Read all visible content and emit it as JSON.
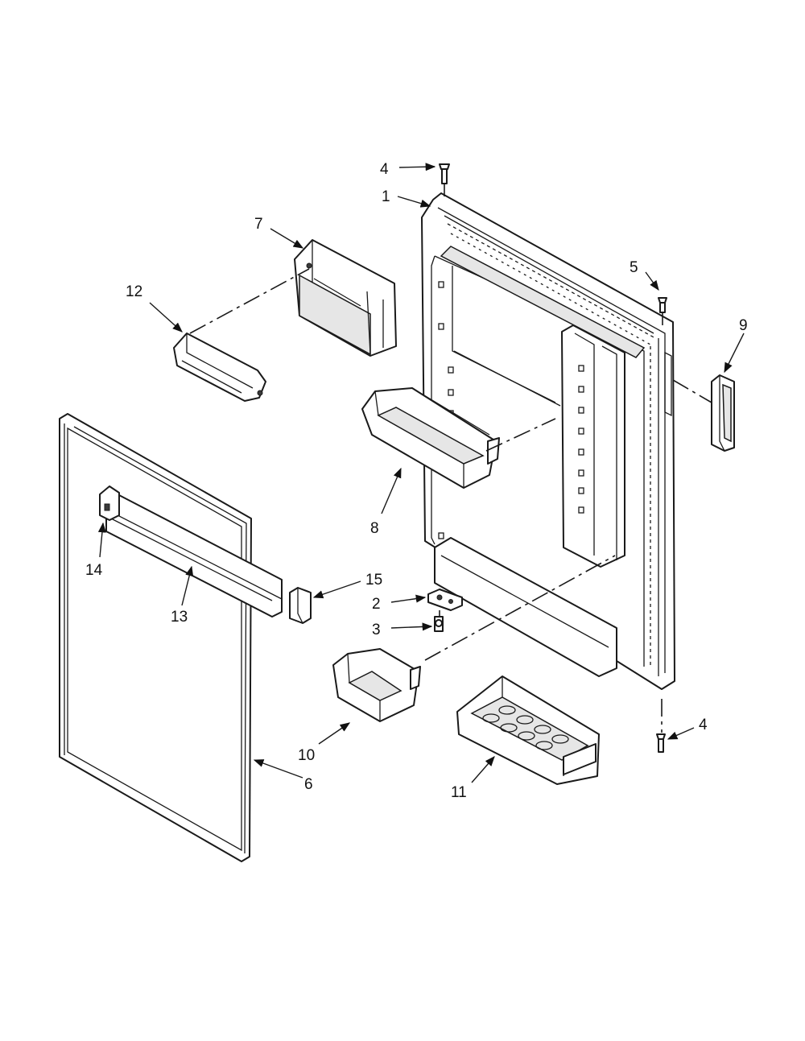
{
  "callouts": {
    "c1": "1",
    "c2": "2",
    "c3": "3",
    "c4_top": "4",
    "c4_bottom": "4",
    "c5": "5",
    "c6": "6",
    "c7": "7",
    "c8": "8",
    "c9": "9",
    "c10": "10",
    "c11": "11",
    "c12": "12",
    "c13": "13",
    "c14": "14",
    "c15": "15"
  }
}
